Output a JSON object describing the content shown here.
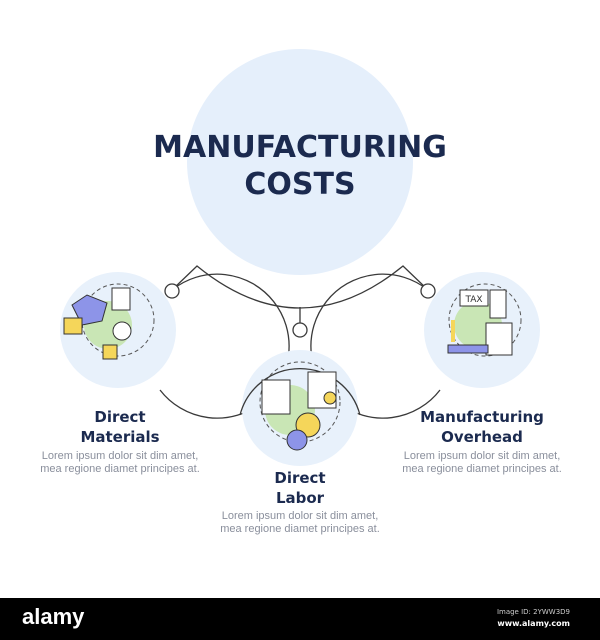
{
  "title": {
    "line1": "MANUFACTURING",
    "line2": "COSTS"
  },
  "items": [
    {
      "heading1": "Direct",
      "heading2": "Materials",
      "body": "Lorem ipsum dolor sit dim amet, mea regione diamet principes at.",
      "icon": "materials-icon"
    },
    {
      "heading1": "Direct",
      "heading2": "Labor",
      "body": "Lorem ipsum dolor sit dim amet, mea regione diamet principes at.",
      "icon": "labor-icon"
    },
    {
      "heading1": "Manufacturing",
      "heading2": "Overhead",
      "body": "Lorem ipsum dolor sit dim amet, mea regione diamet principes at.",
      "icon": "overhead-icon"
    }
  ],
  "icon_text": {
    "tax": "TAX"
  },
  "footer": {
    "logo": "alamy",
    "image_id": "Image ID: 2YWW3D9",
    "url": "www.alamy.com"
  },
  "colors": {
    "navy": "#1b2a4f",
    "circle": "#e5effb",
    "green": "#c9e6b5",
    "yellow": "#f5d65a",
    "purple": "#8d94e8"
  }
}
